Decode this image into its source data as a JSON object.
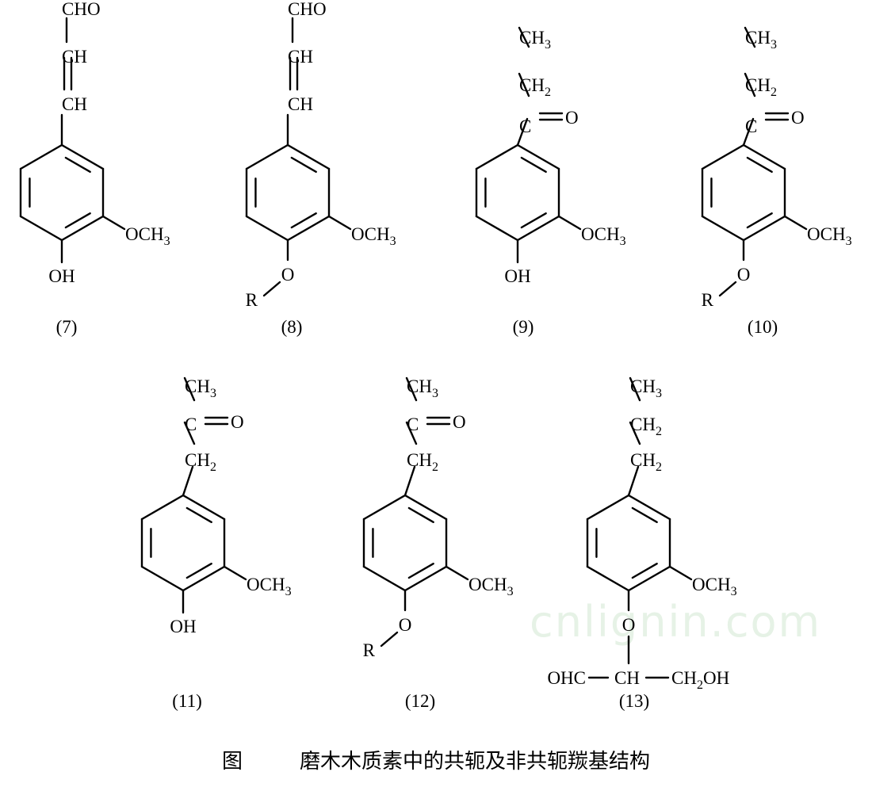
{
  "caption": {
    "prefix": "图",
    "title": "磨木木质素中的共轭及非共轭羰基结构"
  },
  "watermark": "cnlignin.com",
  "groups": {
    "CHO": "CHO",
    "CH": "CH",
    "CH3": [
      "CH",
      "3"
    ],
    "CH2": [
      "CH",
      "2"
    ],
    "C": "C",
    "O": "O",
    "OH": "OH",
    "OCH3": [
      "OCH",
      "3"
    ],
    "R": "R",
    "OHC": "OHC",
    "CH2OH": [
      "CH",
      "2",
      "OH"
    ]
  },
  "compounds": [
    {
      "label": "(7)",
      "side_chain": [
        "CH=CH-CHO"
      ],
      "ring_substituents": [
        "OH",
        "OCH3"
      ]
    },
    {
      "label": "(8)",
      "side_chain": [
        "CH=CH-CHO"
      ],
      "ring_substituents": [
        "O-R",
        "OCH3"
      ]
    },
    {
      "label": "(9)",
      "side_chain": [
        "C(=O)-CH2-CH3"
      ],
      "ring_substituents": [
        "OH",
        "OCH3"
      ]
    },
    {
      "label": "(10)",
      "side_chain": [
        "C(=O)-CH2-CH3"
      ],
      "ring_substituents": [
        "O-R",
        "OCH3"
      ]
    },
    {
      "label": "(11)",
      "side_chain": [
        "CH2-C(=O)-CH3"
      ],
      "ring_substituents": [
        "OH",
        "OCH3"
      ]
    },
    {
      "label": "(12)",
      "side_chain": [
        "CH2-C(=O)-CH3"
      ],
      "ring_substituents": [
        "O-R",
        "OCH3"
      ]
    },
    {
      "label": "(13)",
      "side_chain": [
        "CH2-CH2-CH3"
      ],
      "ring_substituents": [
        "O-CH(CHO)(CH2OH)",
        "OCH3"
      ]
    }
  ]
}
